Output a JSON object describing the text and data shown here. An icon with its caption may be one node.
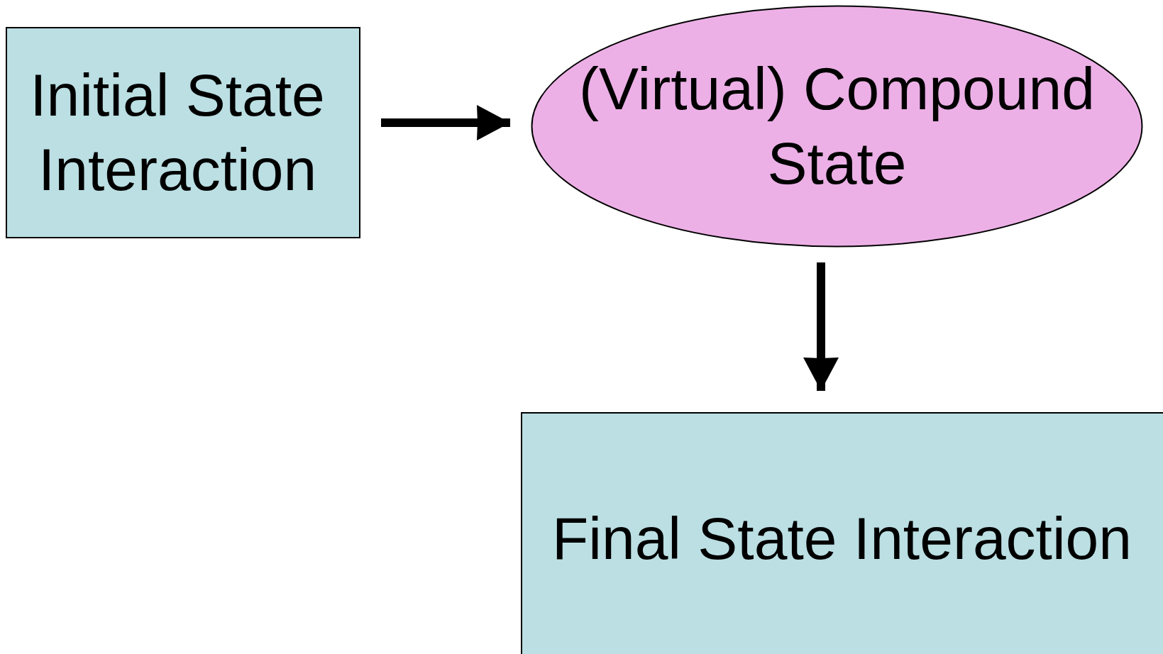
{
  "diagram": {
    "nodes": [
      {
        "text": [
          "Initial State Interaction"
        ]
      },
      {
        "text": [
          "(Virtual) Compound State"
        ]
      },
      {
        "text": [
          "Final State Interaction"
        ]
      }
    ],
    "edges": [
      {
        "from": 0,
        "to": 1,
        "arrow": "to"
      },
      {
        "from": 1,
        "to": 2,
        "arrow": "to"
      }
    ]
  }
}
